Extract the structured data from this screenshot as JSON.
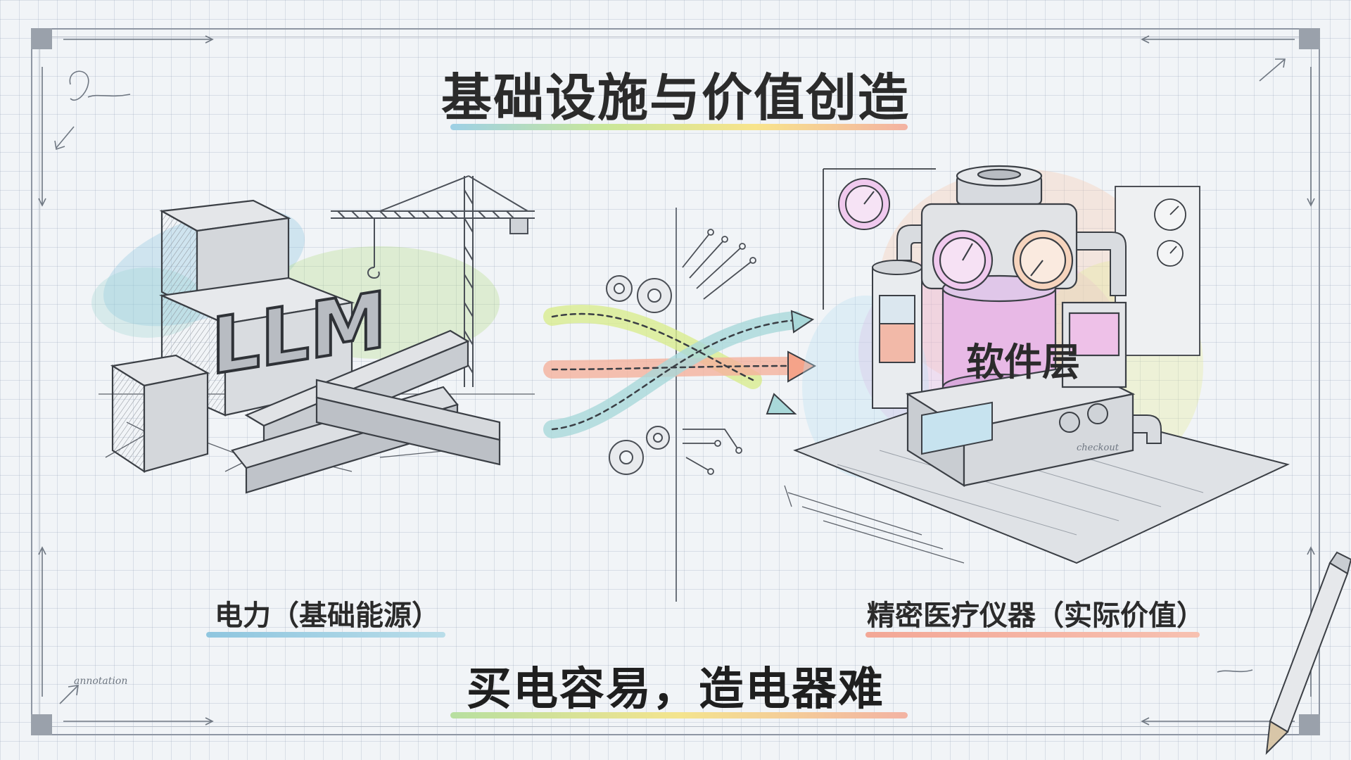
{
  "title": "基础设施与价值创造",
  "left": {
    "block_text": "LLM",
    "caption": "电力（基础能源）"
  },
  "right": {
    "machine_label": "软件层",
    "caption": "精密医疗仪器（实际价值）"
  },
  "slogan": "买电容易，造电器难",
  "annotations": {
    "note_bottom_left": "annotation",
    "note_checkout": "checkout"
  },
  "colors": {
    "accent_blue": "#8fc6df",
    "accent_green": "#c9e79a",
    "accent_yellow": "#f8e48c",
    "accent_orange": "#f3a796",
    "accent_pink": "#e8a6e0"
  }
}
